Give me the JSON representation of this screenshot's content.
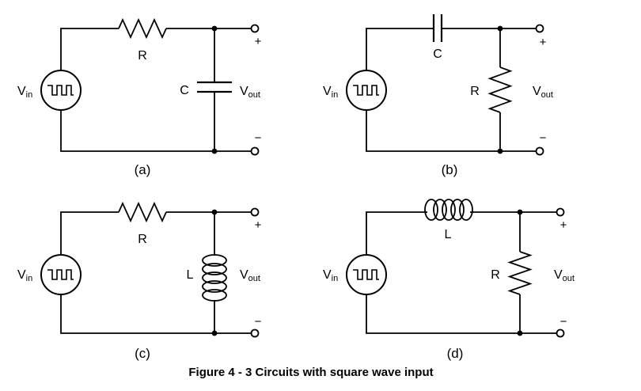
{
  "figure": {
    "caption": "Figure 4 - 3 Circuits with square wave input",
    "caption_color": "#4778B9",
    "line_color": "#000000",
    "background_color": "#FFFFFF"
  },
  "labels": {
    "v": "V",
    "in_sub": "in",
    "out_sub": "out",
    "plus": "+",
    "minus": "−"
  },
  "icons": {
    "source": "square-wave-source-icon",
    "terminal": "open-circle-terminal",
    "junction": "node-dot"
  },
  "circuits": [
    {
      "id": "a",
      "tag": "(a)",
      "source_type": "square-wave",
      "series": {
        "type": "resistor",
        "label": "R"
      },
      "shunt": {
        "type": "capacitor",
        "label": "C"
      }
    },
    {
      "id": "b",
      "tag": "(b)",
      "source_type": "square-wave",
      "series": {
        "type": "capacitor",
        "label": "C"
      },
      "shunt": {
        "type": "resistor",
        "label": "R"
      }
    },
    {
      "id": "c",
      "tag": "(c)",
      "source_type": "square-wave",
      "series": {
        "type": "resistor",
        "label": "R"
      },
      "shunt": {
        "type": "inductor",
        "label": "L"
      }
    },
    {
      "id": "d",
      "tag": "(d)",
      "source_type": "square-wave",
      "series": {
        "type": "inductor",
        "label": "L"
      },
      "shunt": {
        "type": "resistor",
        "label": "R"
      }
    }
  ]
}
